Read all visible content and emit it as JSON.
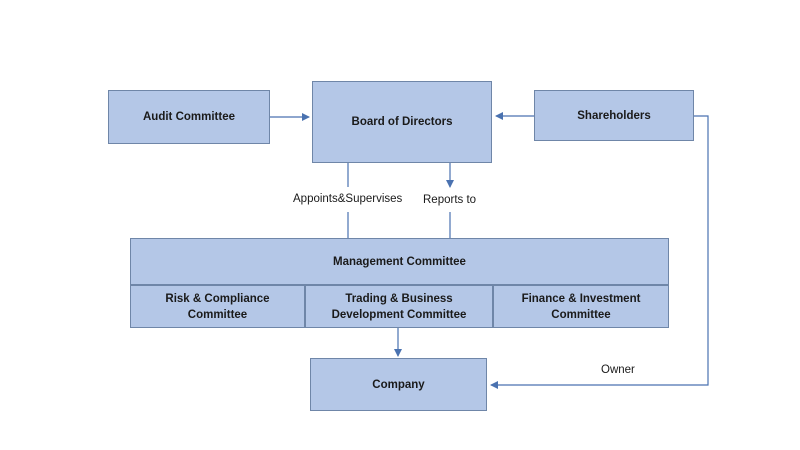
{
  "nodes": {
    "audit": "Audit Committee",
    "board": "Board of Directors",
    "shareholders": "Shareholders",
    "management": "Management Committee",
    "risk": "Risk & Compliance Committee",
    "trading": "Trading & Business Development Committee",
    "finance": "Finance & Investment Committee",
    "company": "Company"
  },
  "edge_labels": {
    "appoints": "Appoints&Supervises",
    "reports": "Reports to",
    "owner": "Owner"
  },
  "colors": {
    "box_fill": "#b4c7e7",
    "box_border": "#6f86a8",
    "connector": "#4a72b0"
  }
}
